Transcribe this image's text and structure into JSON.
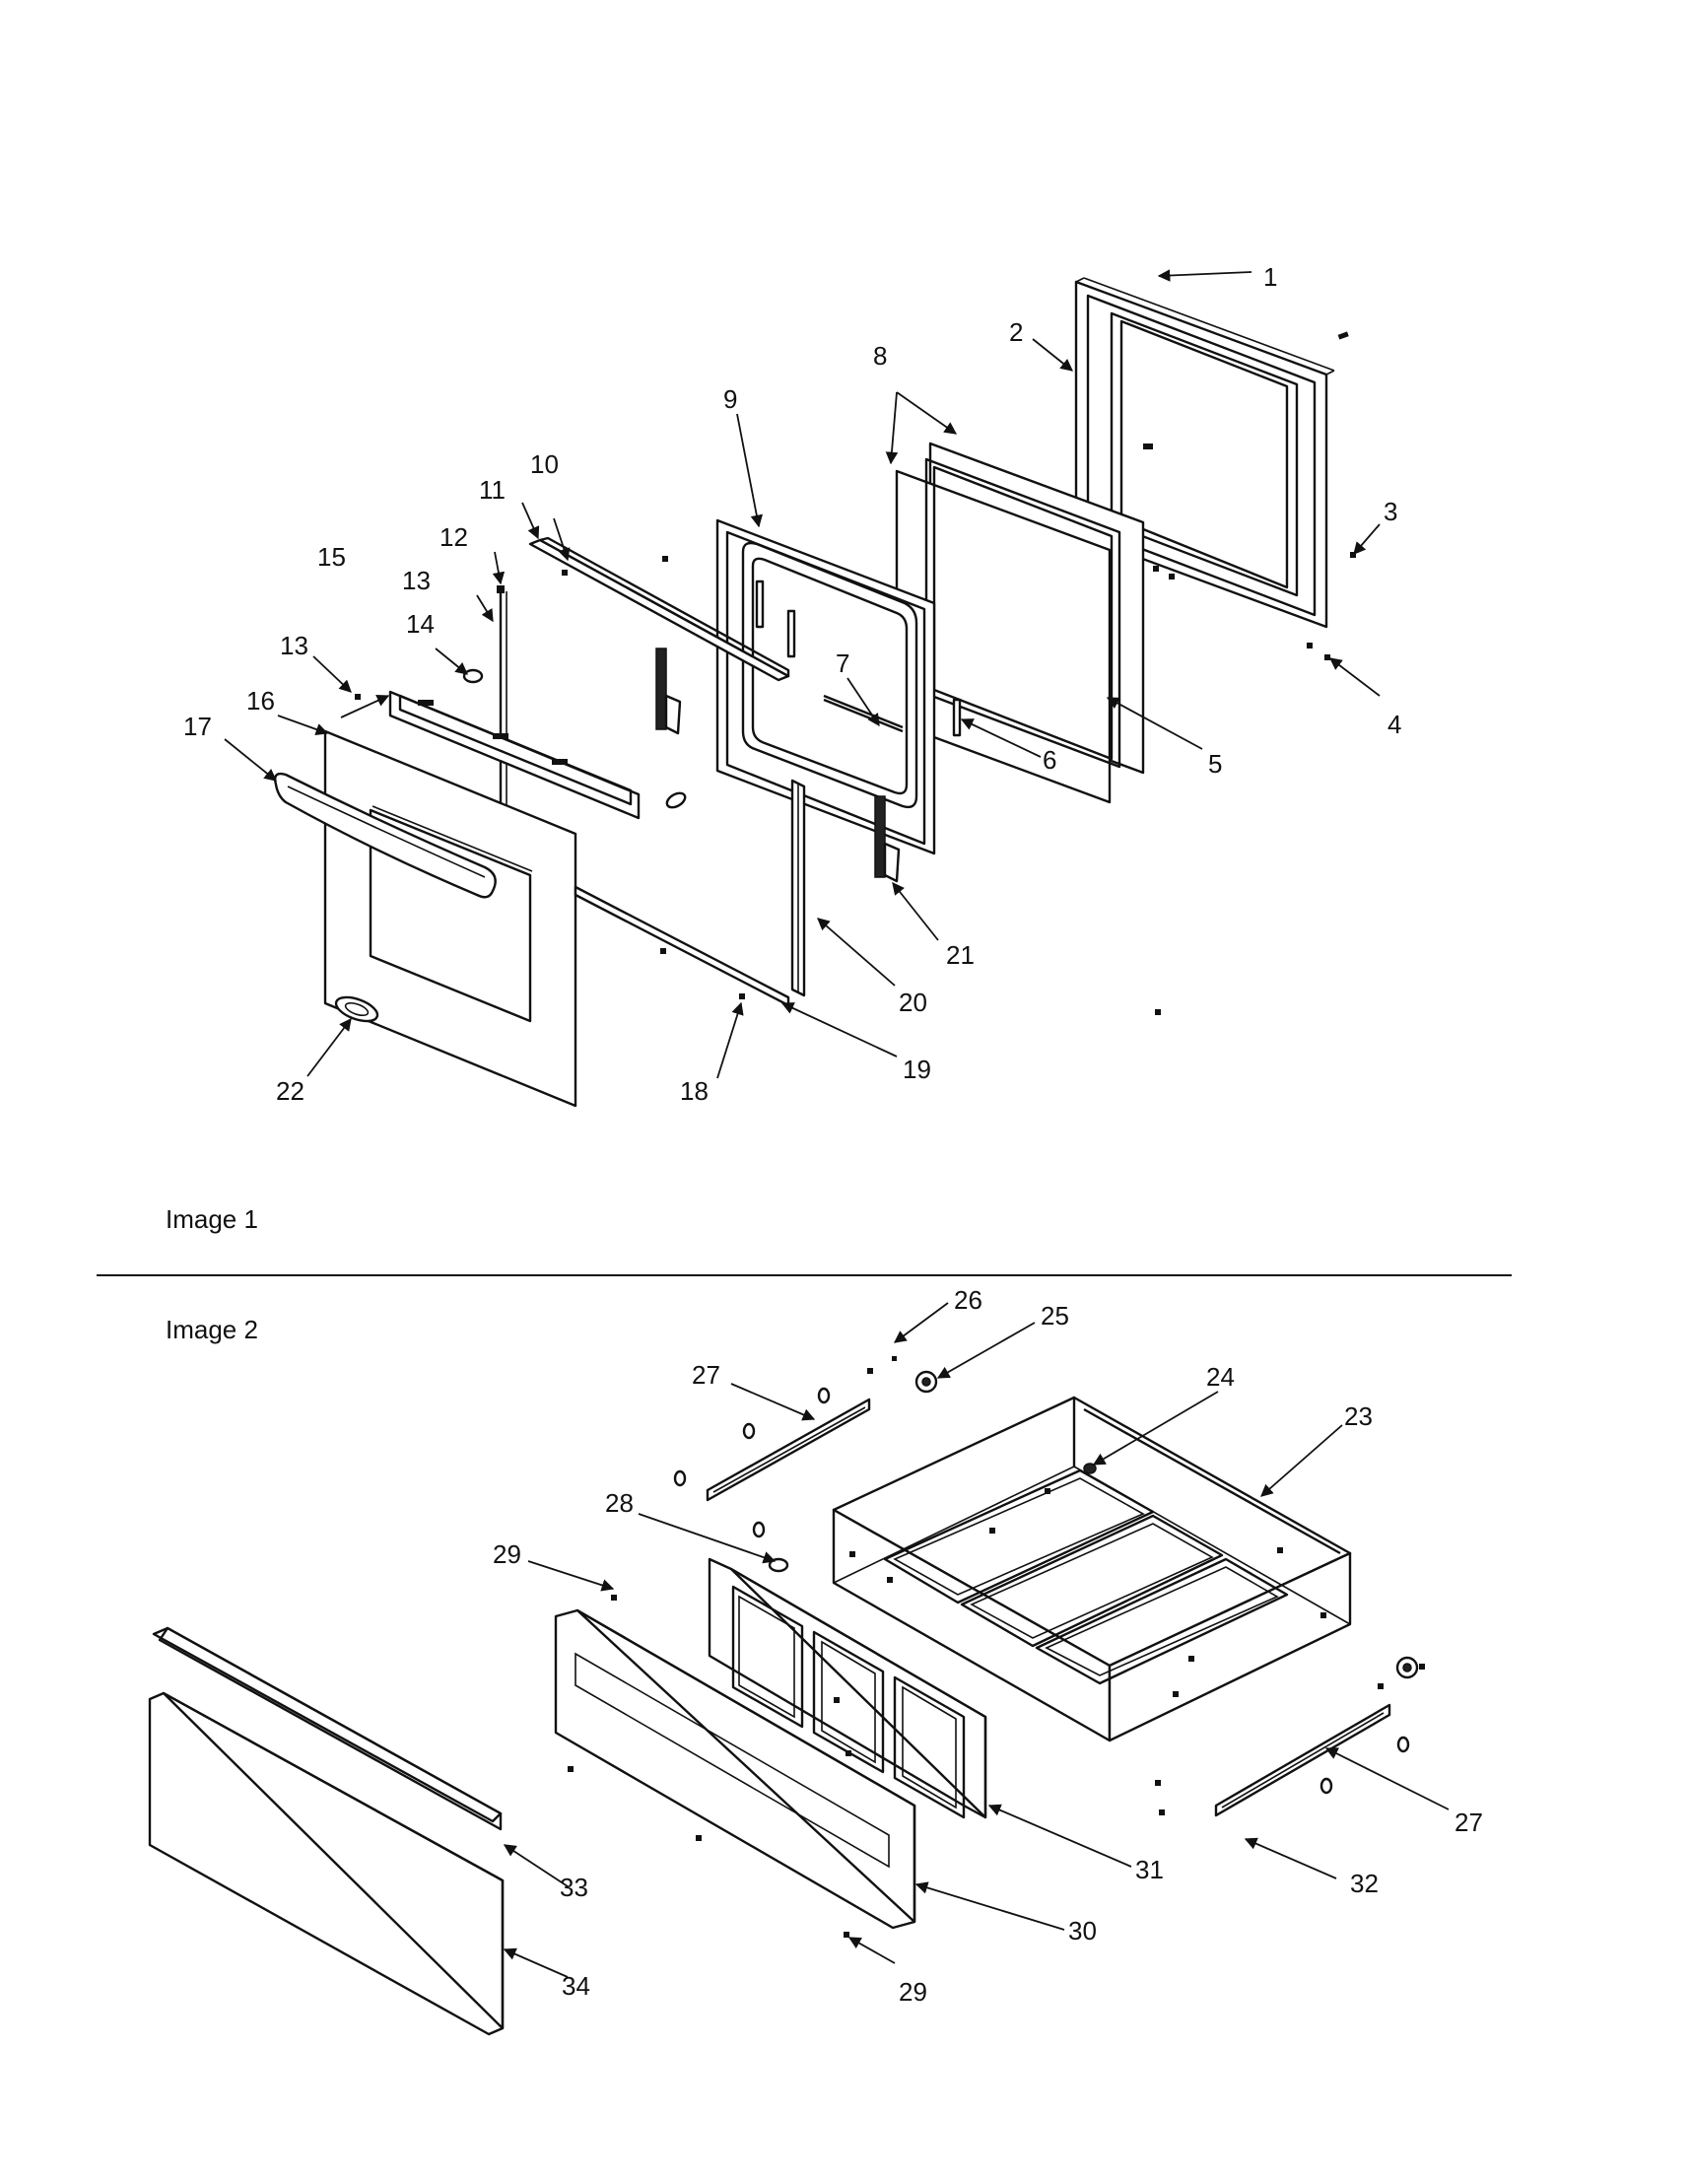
{
  "captions": {
    "image1": "Image 1",
    "image2": "Image 2"
  },
  "callouts": {
    "c1": "1",
    "c2": "2",
    "c3": "3",
    "c4": "4",
    "c5": "5",
    "c6": "6",
    "c7": "7",
    "c8": "8",
    "c9": "9",
    "c10": "10",
    "c11": "11",
    "c12": "12",
    "c13a": "13",
    "c13b": "13",
    "c14": "14",
    "c15": "15",
    "c16": "16",
    "c17": "17",
    "c18": "18",
    "c19": "19",
    "c20": "20",
    "c21": "21",
    "c22": "22",
    "c23": "23",
    "c24": "24",
    "c25": "25",
    "c26": "26",
    "c27a": "27",
    "c27b": "27",
    "c28": "28",
    "c29a": "29",
    "c29b": "29",
    "c30": "30",
    "c31": "31",
    "c32": "32",
    "c33": "33",
    "c34": "34"
  }
}
